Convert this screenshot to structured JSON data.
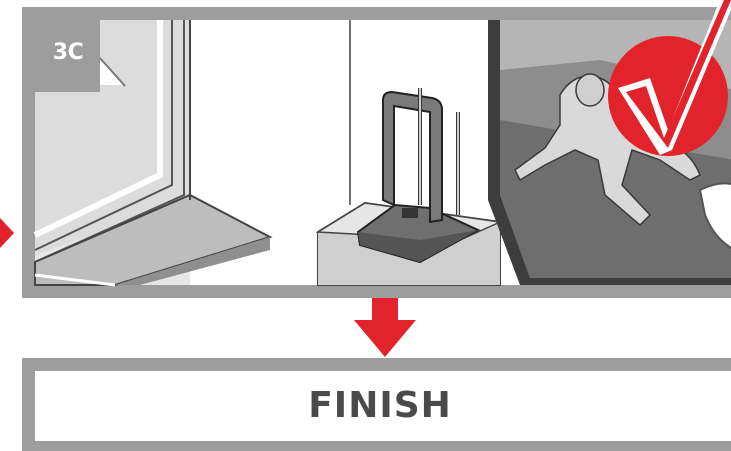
{
  "step": {
    "label": "3C"
  },
  "finish": {
    "label": "FINISH"
  },
  "colors": {
    "frame": "#9d9d9d",
    "accent_red": "#e3232b",
    "panel_bg": "#ffffff",
    "wall": "#e0e0e0",
    "text": "#4a4a4a"
  },
  "icons": [
    "step-badge",
    "window-illustration",
    "indoor-antenna-illustration",
    "tv-illustration",
    "checkmark-badge-icon",
    "arrow-right-icon",
    "arrow-down-icon"
  ]
}
